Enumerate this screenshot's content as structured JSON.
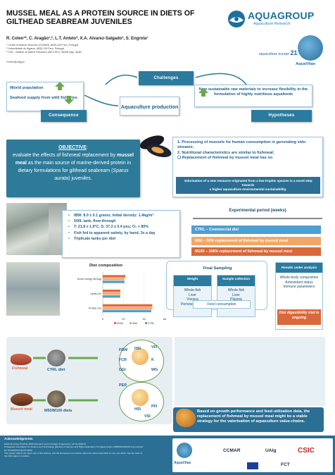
{
  "header": {
    "title": "MUSSEL MEAL AS A PROTEIN SOURCE IN DIETS OF GILTHEAD SEABREAM JUVENILES",
    "authors": "R. Colen¹*, C. Aragão¹,², L.T. Antelo³, X.A. Alvarez-Salgado³, S. Engrola¹",
    "affiliations": [
      "¹ Centre of Marine Sciences (CCMAR), 8005-139 Faro, Portugal",
      "² Universidade do Algarve, 8005-139 Faro, Portugal",
      "³ CSIC, Institute of Marine Research (IIM-CSIC), 36208 Vigo, Spain"
    ],
    "email": "*rcolen@ualg.pt"
  },
  "logos": {
    "aquagroup": "AQUAGROUP",
    "aquagroup_sub": "Aquaculture Research",
    "aquaculture_europe": "aquaculture europe",
    "aquaculture_europe_num": "21",
    "aquavitae": "AquaVitae"
  },
  "flow": {
    "world_population": "World population",
    "seafood_supply": "Seafood supply from wild fisheries",
    "challenges": "Challenges",
    "consequence": "Consequence",
    "aquaculture_production": "Aquaculture production",
    "new_raw": "New sustainable raw materials to increase flexibility in the formulation of highly nutritious aquafeeds",
    "hypotheses": "Hypotheses"
  },
  "objective": {
    "heading": "OBJECTIVE",
    "pre": "evaluate the effects of fishmeal replacement by ",
    "bold": "mussel meal",
    "mid": " as the main source of marine-derived protein in dietary formulations for gilthead seabream (",
    "species": "Sparus aurata",
    "post": ") juveniles."
  },
  "hypotheses_list": {
    "h1": "1. Processing of mussels for human consumption is generating side-streams;",
    "h2": "2. Nutritional characteristics are similar to fishmeal;",
    "h3": "❑ Replacement of fishmeal by mussel meal has no"
  },
  "valorisation": {
    "line1": "Valorisation of a new resource originated from a low trophic species is a novel step towards",
    "line2": "a higher aquaculture environmental sustainability."
  },
  "conditions": [
    "IBW: 8.0 ± 0.1 grams; Initial density: 1.4kg/m³",
    "500L tank, flow-through",
    "T: 21.8 ± 1.6ºC; S: 37.3 ± 0.4 psu; O₂ > 80%",
    "Fish fed to apparent satiety, by hand, 3x a day",
    "Triplicate tanks per diet"
  ],
  "experiment": {
    "title": "Experimental period (weeks)",
    "diets": [
      "CTRL – Commercial diet",
      "M50 – 50% replacement of fishmeal by mussel meal",
      "M100 – 100% replacement of fishmeal by mussel meal"
    ]
  },
  "sampling": {
    "title": "Final Sampling",
    "weight_head": "Weight",
    "weight_items": [
      "Whole-fish",
      "Liver",
      "Viscera",
      "Perivisceral fat"
    ],
    "sample_head": "Sample collection",
    "sample_items": [
      "Whole-fish",
      "Liver",
      "Plasma"
    ],
    "feed": "Feed consumption",
    "results_head": "Results under analysis",
    "results_items": [
      "Whole-body composition",
      "Antioxidant status",
      "Immune parameters"
    ],
    "ongoing": "Diet digestibility trial is ongoing"
  },
  "diagram": {
    "fishmeal": "Fishmeal",
    "ctrl_diet": "CTRL diet",
    "mussel_meal": "Mussel meal",
    "mussel_diets": "M50/M100 diets",
    "fbw": "FBW",
    "fcr": "FCR",
    "dgi": "DGI",
    "per": "PER",
    "hsi1": "HSI",
    "vfi": "VFI",
    "k": "K",
    "wg": "WG",
    "hsi2": "HSI",
    "pfi": "PFI",
    "vsi": "VSI"
  },
  "conclusion": "Based on growth performance and feed utilization data, the replacement of fishmeal by mussel meal might be a viable strategy for the valorisation of aquaculture value-chains.",
  "footer": {
    "ack_title": "Acknowledgments",
    "ack": [
      "National Cruise Hub/Pax 2020 Research and Innovation Programme, GA No 818173",
      "Portuguese Foundation for Science and Technology (Ministry of Science and Higher Education, Portugal) project UIDB/04326/2020 and contract DL 57/2016/CP1361/CT0026",
      "This poster reflects the views only of the authors, and the European Commission cannot be held responsible for any use which may be made of the information it contains."
    ],
    "logos": [
      "AquaVitae",
      "CCMAR",
      "UAlg",
      "CSIC",
      "FCT"
    ]
  },
  "chart_data": {
    "type": "bar",
    "title": "Diet composition",
    "categories": [
      "Gross energy (MJ/kg)",
      "Lipids (%)",
      "Protein (%)"
    ],
    "series": [
      {
        "name": "M100",
        "values": [
          22,
          17,
          48
        ],
        "color": "#e0693a"
      },
      {
        "name": "M50",
        "values": [
          21,
          17,
          48
        ],
        "color": "#f2ab6b"
      },
      {
        "name": "CTRL",
        "values": [
          21,
          17,
          47
        ],
        "color": "#4f9fd0"
      }
    ],
    "xlim": [
      0,
      60
    ],
    "xticks": [
      0,
      20,
      40,
      60
    ]
  },
  "colors": {
    "primary": "#2b7b9f",
    "accent": "#d9693a",
    "light_accent": "#f0a867",
    "blue_diet": "#4f9fd0"
  }
}
